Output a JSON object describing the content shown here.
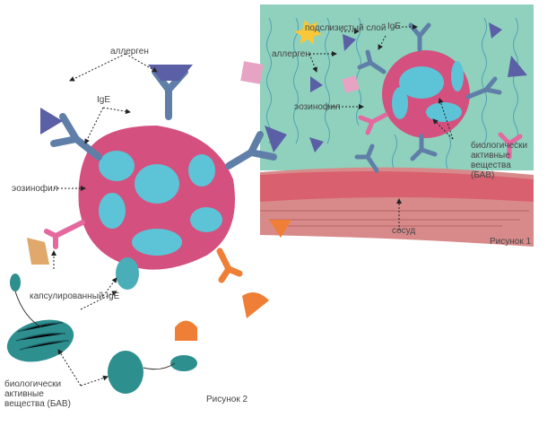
{
  "figure1": {
    "caption": "Рисунок 1",
    "labels": {
      "submucosa": "подслизистый слой",
      "ige": "IgE",
      "allergen": "аллерген",
      "eosinophil": "эозинофил",
      "bav": "биологически активные вещества (БАВ)",
      "vessel": "сосуд"
    }
  },
  "figure2": {
    "caption": "Рисунок 2",
    "labels": {
      "allergen": "аллерген",
      "ige": "IgE",
      "eosinophil": "эозинофил",
      "encapsulated_ige": "капсулированный IgE",
      "bav": "биологически активные вещества (БАВ)"
    }
  },
  "colors": {
    "tissue": "#8fd1bd",
    "vessel": "#d9606e",
    "cell": "#d4507f",
    "granule": "#5cc4d6",
    "antibody": "#5f7fa8",
    "allergen": "#5b5fa6"
  }
}
